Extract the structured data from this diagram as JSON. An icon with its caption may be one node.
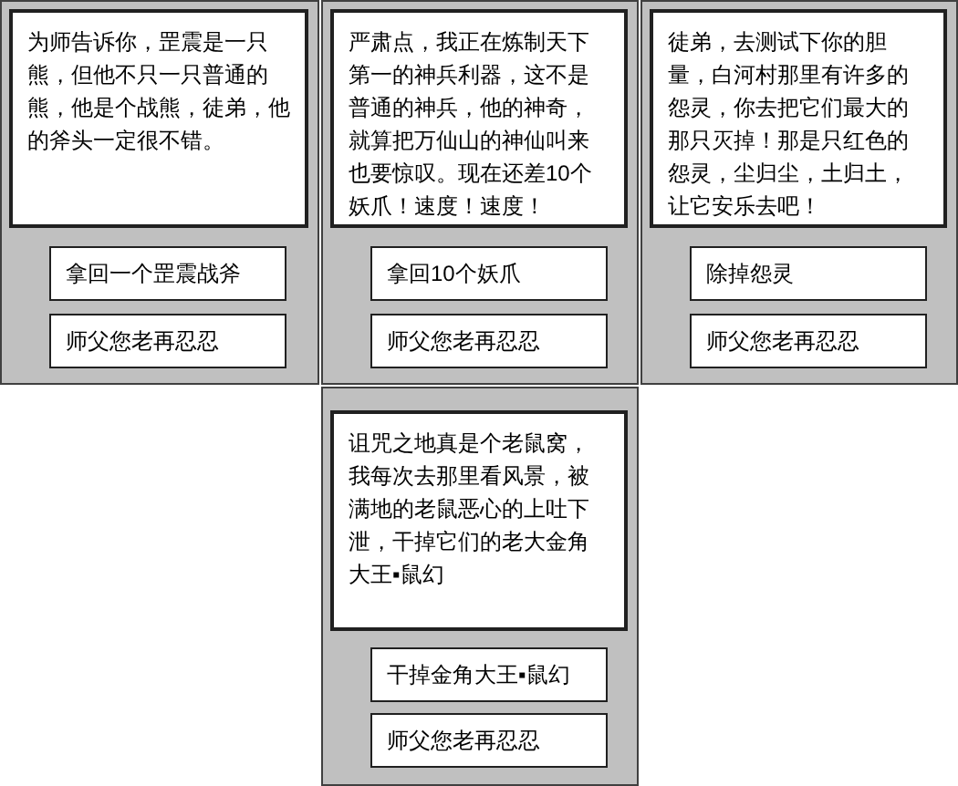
{
  "diagram": {
    "nodes": [
      {
        "text": [],
        "shape": "box"
      },
      {
        "text": [
          "为师告诉你，罡震是一只熊，但他不只一只普通的熊，他是个战熊，徒弟，他的斧头一定很不错。"
        ],
        "in": 0
      },
      {
        "text": [
          "拿回一个罡震战斧"
        ],
        "in": 0
      },
      {
        "text": [
          "师父您老再忍忍"
        ],
        "in": 0
      },
      {
        "text": [],
        "shape": "box"
      },
      {
        "text": [
          "严肃点，我正在炼制天下第一的神兵利器，这不是普通的神兵，他的神奇，就算把万仙山的神仙叫来也要惊叹。现在还差10个妖爪！速度！速度！"
        ],
        "in": 4
      },
      {
        "text": [
          "拿回10个妖爪"
        ],
        "in": 4
      },
      {
        "text": [
          "师父您老再忍忍"
        ],
        "in": 4
      },
      {
        "text": [],
        "shape": "box"
      },
      {
        "text": [
          "徒弟，去测试下你的胆量，白河村那里有许多的怨灵，你去把它们最大的那只灭掉！那是只红色的怨灵，尘归尘，土归土，让它安乐去吧！"
        ],
        "in": 8
      },
      {
        "text": [
          "除掉怨灵"
        ],
        "in": 8
      },
      {
        "text": [
          "师父您老再忍忍"
        ],
        "in": 8
      },
      {
        "text": [],
        "shape": "box"
      },
      {
        "text": [
          "诅咒之地真是个老鼠窝，我每次去那里看风景，被满地的老鼠恶心的上吐下泄，干掉它们的老大金角大王▪鼠幻"
        ],
        "in": 12
      },
      {
        "text": [
          "干掉金角大王▪鼠幻"
        ],
        "in": 12
      },
      {
        "text": [
          "师父您老再忍忍"
        ],
        "in": 12
      }
    ]
  }
}
